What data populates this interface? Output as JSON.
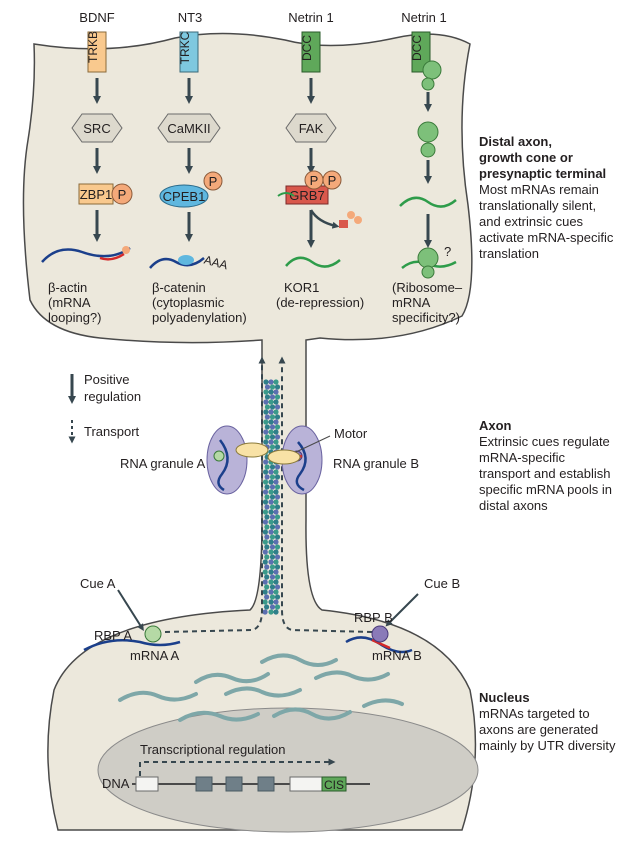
{
  "cues": {
    "bdnf": "BDNF",
    "nt3": "NT3",
    "netrin1a": "Netrin 1",
    "netrin1b": "Netrin 1"
  },
  "receptors": {
    "trkb": "TRKB",
    "trkc": "TRKC",
    "dcc1": "DCC",
    "dcc2": "DCC"
  },
  "kinases": {
    "src": "SRC",
    "camkii": "CaMKII",
    "fak": "FAK"
  },
  "effectors": {
    "zbp1": "ZBP1",
    "cpeb1": "CPEB1",
    "grb7": "GRB7",
    "p": "P"
  },
  "outcomes": {
    "bactin": [
      "β-actin",
      "(mRNA",
      "looping?)"
    ],
    "bcatenin": [
      "β-catenin",
      "(cytoplasmic",
      "polyadenylation)"
    ],
    "kor1": [
      "KOR1",
      "(de-repression)"
    ],
    "ribosome": [
      "(Ribosome–",
      "mRNA",
      "specificity?)"
    ],
    "aaa": "AAA",
    "question": "?"
  },
  "legend": {
    "positive": [
      "Positive",
      "regulation"
    ],
    "transport": "Transport"
  },
  "axon_labels": {
    "motor": "Motor",
    "granule_a": "RNA granule A",
    "granule_b": "RNA granule B"
  },
  "soma_labels": {
    "cue_a": "Cue A",
    "cue_b": "Cue B",
    "rbp_a": "RBP A",
    "rbp_b": "RBP B",
    "mrna_a": "mRNA A",
    "mrna_b": "mRNA B",
    "transcription": "Transcriptional regulation",
    "dna": "DNA",
    "cis": "CIS"
  },
  "side_text": {
    "distal_title": [
      "Distal axon,",
      "growth cone or",
      "presynaptic terminal"
    ],
    "distal_body": [
      "Most mRNAs remain",
      "translationally silent,",
      "and extrinsic cues",
      "activate mRNA-specific",
      "translation"
    ],
    "axon_title": "Axon",
    "axon_body": [
      "Extrinsic cues regulate",
      "mRNA-specific",
      "transport and establish",
      "specific mRNA pools in",
      "distal axons"
    ],
    "nucleus_title": "Nucleus",
    "nucleus_body": [
      "mRNAs targeted to",
      "axons are generated",
      "mainly by UTR diversity"
    ]
  },
  "colors": {
    "cell_fill": "#ece8dc",
    "cell_stroke": "#4a4a4a",
    "nucleus_fill": "#cfcdc6",
    "trkb": "#f9c98e",
    "trkc": "#7ec8df",
    "dcc": "#5fa85a",
    "grb7": "#d9584c",
    "zbp1": "#f9c98e",
    "cpeb1": "#5fb7df",
    "phospho": "#f4a97a",
    "ribosome": "#7dc07a",
    "mrna_green": "#2e9c4a",
    "mrna_blue": "#1b3f8b",
    "mrna_red": "#d42a2a",
    "arrow": "#37474f",
    "cytoplasm_mrna": "#7ea7a8",
    "granule": "#b9b3d8",
    "motor": "#f8e2a6",
    "rbp_a": "#b5d9a5",
    "rbp_b": "#8a7ab8",
    "dna_box": "#6f7f88"
  }
}
